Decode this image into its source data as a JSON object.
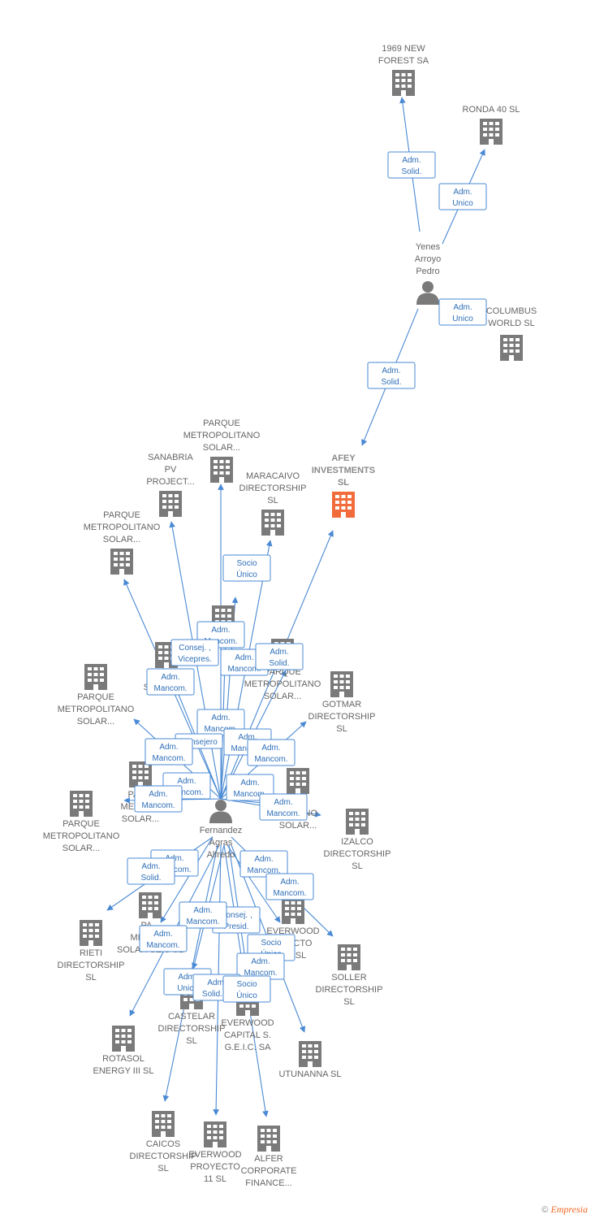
{
  "colors": {
    "company": "#7a7a7a",
    "focus": "#f26b3a",
    "person": "#7a7a7a",
    "edge": "#4a8ad4"
  },
  "nodes": [
    {
      "id": "n1969",
      "type": "company",
      "label": [
        "1969 NEW",
        "FOREST SA"
      ]
    },
    {
      "id": "ronda",
      "type": "company",
      "label": [
        "RONDA 40 SL"
      ]
    },
    {
      "id": "yenes",
      "type": "person",
      "label": [
        "Yenes",
        "Arroyo",
        "Pedro"
      ]
    },
    {
      "id": "columbus",
      "type": "company",
      "label": [
        "COLUMBUS",
        "WORLD  SL"
      ]
    },
    {
      "id": "afey",
      "type": "focus",
      "label": [
        "AFEY",
        "INVESTMENTS",
        "SL"
      ]
    },
    {
      "id": "pm1",
      "type": "company",
      "label": [
        "PARQUE",
        "METROPOLITANO",
        "SOLAR..."
      ]
    },
    {
      "id": "sanabria",
      "type": "company",
      "label": [
        "SANABRIA",
        "PV",
        "PROJECT..."
      ]
    },
    {
      "id": "maracaivo",
      "type": "company",
      "label": [
        "MARACAIVO",
        "DIRECTORSHIP",
        "SL"
      ]
    },
    {
      "id": "pm2",
      "type": "company",
      "label": [
        "PARQUE",
        "METROPOLITANO",
        "SOLAR..."
      ]
    },
    {
      "id": "hidden1",
      "type": "company",
      "label": []
    },
    {
      "id": "pm3",
      "type": "company",
      "label": [
        "PARQUE",
        "METROPOLITANO",
        "SOLAR..."
      ]
    },
    {
      "id": "socimi",
      "type": "company",
      "label": [
        "PR...S",
        "SOCIMI SA"
      ]
    },
    {
      "id": "pm4",
      "type": "company",
      "label": [
        "PARQUE",
        "METROPOLITANO",
        "SOLAR..."
      ]
    },
    {
      "id": "gotmar",
      "type": "company",
      "label": [
        "GOTMAR",
        "DIRECTORSHIP",
        "SL"
      ]
    },
    {
      "id": "pm5",
      "type": "company",
      "label": [
        "PAR...",
        "METRO...",
        "SOLAR..."
      ]
    },
    {
      "id": "pm6",
      "type": "company",
      "label": [
        "...E",
        "M...TANO",
        "SOLAR..."
      ]
    },
    {
      "id": "pm7",
      "type": "company",
      "label": [
        "PARQUE",
        "METROPOLITANO",
        "SOLAR..."
      ]
    },
    {
      "id": "izalco",
      "type": "company",
      "label": [
        "IZALCO",
        "DIRECTORSHIP",
        "SL"
      ]
    },
    {
      "id": "fernandez",
      "type": "person",
      "label": [
        "Fernandez",
        "Agras",
        "Alfredo"
      ]
    },
    {
      "id": "rieti",
      "type": "company",
      "label": [
        "RIETI",
        "DIRECTORSHIP",
        "SL"
      ]
    },
    {
      "id": "pm8",
      "type": "company",
      "label": [
        "PA...",
        "METRO...",
        "SOLAR SEIS SL"
      ]
    },
    {
      "id": "everwood_a",
      "type": "company",
      "label": [
        "EVERWOOD",
        "...YECTO",
        "...A  SL"
      ]
    },
    {
      "id": "soller",
      "type": "company",
      "label": [
        "SOLLER",
        "DIRECTORSHIP",
        "SL"
      ]
    },
    {
      "id": "castelar",
      "type": "company",
      "label": [
        "CASTELAR",
        "DIRECTORSHIP",
        "SL"
      ]
    },
    {
      "id": "everwood_cap",
      "type": "company",
      "label": [
        "EVERWOOD",
        "CAPITAL S.",
        "G.E.I.C. SA"
      ]
    },
    {
      "id": "rotasol",
      "type": "company",
      "label": [
        "ROTASOL",
        "ENERGY III  SL"
      ]
    },
    {
      "id": "utunanna",
      "type": "company",
      "label": [
        "UTUNANNA  SL"
      ]
    },
    {
      "id": "caicos",
      "type": "company",
      "label": [
        "CAICOS",
        "DIRECTORSHIP",
        "SL"
      ]
    },
    {
      "id": "everwood11",
      "type": "company",
      "label": [
        "EVERWOOD",
        "PROYECTO",
        "11  SL"
      ]
    },
    {
      "id": "alfer",
      "type": "company",
      "label": [
        "ALFER",
        "CORPORATE",
        "FINANCE..."
      ]
    }
  ],
  "relations": [
    {
      "lines": [
        "Adm.",
        "Solid."
      ]
    },
    {
      "lines": [
        "Adm.",
        "Unico"
      ]
    },
    {
      "lines": [
        "Adm.",
        "Unico"
      ]
    },
    {
      "lines": [
        "Adm.",
        "Solid."
      ]
    },
    {
      "lines": [
        "Socio",
        "Único"
      ]
    },
    {
      "lines": [
        "Adm.",
        "Mancom."
      ]
    },
    {
      "lines": [
        "Consej. ,",
        "Vicepres."
      ]
    },
    {
      "lines": [
        "Adm.",
        "Mancom."
      ]
    },
    {
      "lines": [
        "Adm.",
        "Solid."
      ]
    },
    {
      "lines": [
        "Adm.",
        "Mancom."
      ]
    },
    {
      "lines": [
        "Adm.",
        "Mancom."
      ]
    },
    {
      "lines": [
        "Consejero"
      ]
    },
    {
      "lines": [
        "Adm.",
        "Mancom."
      ]
    },
    {
      "lines": [
        "Adm.",
        "Mancom."
      ]
    },
    {
      "lines": [
        "Adm.",
        "Mancom."
      ]
    },
    {
      "lines": [
        "Adm.",
        "Mancom."
      ]
    },
    {
      "lines": [
        "Adm.",
        "Mancom."
      ]
    },
    {
      "lines": [
        "Adm.",
        "Mancom."
      ]
    },
    {
      "lines": [
        "Adm.",
        "Mancom."
      ]
    },
    {
      "lines": [
        "Adm.",
        "Mancom."
      ]
    },
    {
      "lines": [
        "Adm.",
        "Solid."
      ]
    },
    {
      "lines": [
        "Adm.",
        "Mancom."
      ]
    },
    {
      "lines": [
        "Adm.",
        "Mancom."
      ]
    },
    {
      "lines": [
        "Consej. ,",
        "Presid."
      ]
    },
    {
      "lines": [
        "Adm.",
        "Mancom."
      ]
    },
    {
      "lines": [
        "Adm.",
        "Mancom."
      ]
    },
    {
      "lines": [
        "Socio",
        "Único"
      ]
    },
    {
      "lines": [
        "Adm.",
        "Mancom."
      ]
    },
    {
      "lines": [
        "Adm.",
        "Unico"
      ]
    },
    {
      "lines": [
        "Adm.",
        "Solid.,..."
      ]
    },
    {
      "lines": [
        "Socio",
        "Único"
      ]
    }
  ],
  "footer": {
    "copyright": "©",
    "brand": "Empresia"
  }
}
